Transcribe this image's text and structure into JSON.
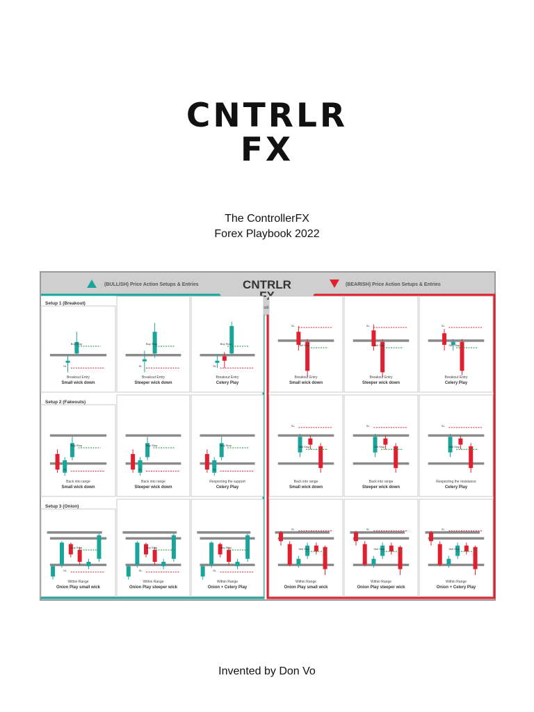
{
  "cover": {
    "logo_line1": "CNTRLR",
    "logo_line2": "FX",
    "subtitle_line1": "The ControllerFX",
    "subtitle_line2": "Forex Playbook 2022",
    "author": "Invented by Don Vo"
  },
  "poster": {
    "logo_line1": "CNTRLR",
    "logo_line2": "FX",
    "handle": "@itsdonvo",
    "handle_icon": "instagram-icon",
    "bullish_title": "(BULLISH) Price Action Setups & Entries",
    "bearish_title": "(BEARISH) Price Action Setups & Entries",
    "bullish_color": "#1aa59a",
    "bearish_color": "#e0202e",
    "header_bg": "#cfcfcf",
    "rows": [
      {
        "setup_label": "Setup 1 (Breakout)",
        "bullish": [
          {
            "caption": "Breakout Entry",
            "title": "Small wick down"
          },
          {
            "caption": "Breakout Entry",
            "title": "Steeper wick down"
          },
          {
            "caption": "Breakout Entry",
            "title": "Celery Play"
          }
        ],
        "bearish": [
          {
            "caption": "Breakout Entry",
            "title": "Small wick down"
          },
          {
            "caption": "Breakout Entry",
            "title": "Steeper wick down"
          },
          {
            "caption": "Breakout Entry",
            "title": "Celery Play"
          }
        ]
      },
      {
        "setup_label": "Setup 2 (Fakeouts)",
        "bullish": [
          {
            "caption": "Back into range",
            "title": "Small wick down"
          },
          {
            "caption": "Back into range",
            "title": "Steeper wick down"
          },
          {
            "caption": "Respecting the support",
            "title": "Celery Play"
          }
        ],
        "bearish": [
          {
            "caption": "Back into range",
            "title": "Small wick down"
          },
          {
            "caption": "Back into range",
            "title": "Steeper wick down"
          },
          {
            "caption": "Respecting the resistance",
            "title": "Celery Play"
          }
        ]
      },
      {
        "setup_label": "Setup 3 (Onion)",
        "bullish": [
          {
            "caption": "Within Range",
            "title": "Onion Play small wick"
          },
          {
            "caption": "Within Range",
            "title": "Onion Play steeper wick"
          },
          {
            "caption": "Within Range",
            "title": "Onion + Celery Play"
          }
        ],
        "bearish": [
          {
            "caption": "Within Range",
            "title": "Onion Play small wick"
          },
          {
            "caption": "Within Range",
            "title": "Onion Play steeper wick"
          },
          {
            "caption": "Within Range",
            "title": "Onion + Celery Play"
          }
        ]
      }
    ],
    "annotations": {
      "buy_stop": "Buy Stop",
      "sell_stop": "Sell Stop",
      "stop_loss": "SL"
    }
  }
}
